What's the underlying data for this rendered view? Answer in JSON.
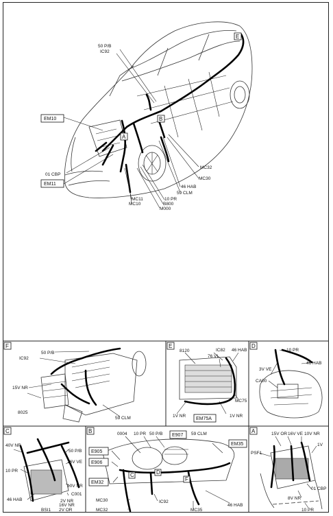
{
  "main": {
    "labels": {
      "p50": "50 P/B",
      "ic92": "IC92",
      "em10": "EM10",
      "cbp01": "01 CBP",
      "em11": "EM11",
      "mc11": "MC11",
      "mc10": "MC10",
      "pr10": "10 PR",
      "b800": "B800",
      "m000": "M000",
      "clm59": "59 CLM",
      "hab46": "46 HAB",
      "mc30": "MC30",
      "mc32": "MC32",
      "letter_a": "A",
      "letter_b": "B",
      "letter_e": "E"
    }
  },
  "panel_f": {
    "letter": "F",
    "labels": {
      "p50": "50 P/B",
      "ic92": "IC92",
      "nr15": "15V NR",
      "b025": "8025",
      "clm59": "59 CLM"
    }
  },
  "panel_e": {
    "letter": "E",
    "labels": {
      "b120": "8120",
      "ic82": "IC82",
      "hab46": "46 HAB",
      "vl76": "76 VL",
      "mc75": "MC75",
      "nr1a": "1V NR",
      "nr1b": "1V NR",
      "em75a": "EM75A"
    }
  },
  "panel_d": {
    "letter": "D",
    "labels": {
      "pr10": "10 PR",
      "ve3": "3V VE",
      "hab46": "46 HAB",
      "ca00": "CA00"
    }
  },
  "panel_c": {
    "letter": "C",
    "labels": {
      "nr40": "40V NR",
      "pr10": "10 PR",
      "p50": "50 P/B",
      "ve16": "16V VE",
      "nr10": "10V NR",
      "c001": "C001",
      "nr2": "2V NR",
      "nr16": "16V NR",
      "or2": "2V OR",
      "bsi1": "BSI1",
      "hab46": "46 HAB"
    }
  },
  "panel_b": {
    "letter": "B",
    "labels": {
      "c0004": "0004",
      "pr10": "10 PR",
      "p50": "50 P/B",
      "e907": "E907",
      "clm59": "59 CLM",
      "e905": "E905",
      "e906": "E906",
      "em35": "EM35",
      "em32": "EM32",
      "mc30": "MC30",
      "mc32": "MC32",
      "ic92": "IC92",
      "mc35": "MC35",
      "hab46": "46 HAB",
      "c": "C",
      "d": "D",
      "f": "F"
    }
  },
  "panel_a": {
    "letter": "A",
    "labels": {
      "or15": "15V OR",
      "ve16": "16V VE",
      "nr10": "10V NR",
      "psf1": "PSF1",
      "v1": "1V",
      "nr8": "8V NR",
      "cbp01": "01 CBP",
      "pr10": "10 PR"
    }
  }
}
